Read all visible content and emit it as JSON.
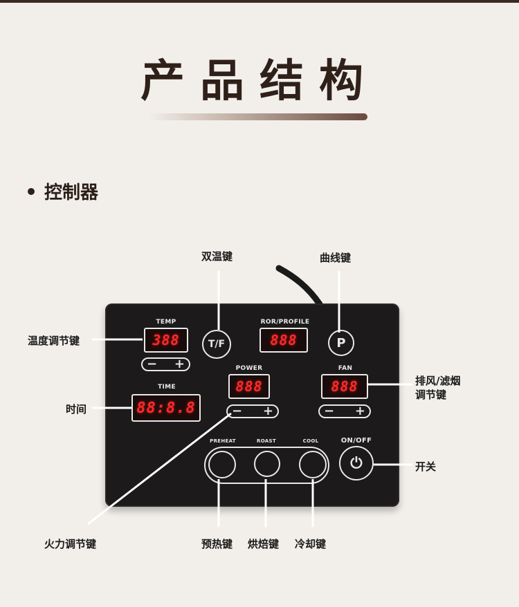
{
  "title": "产品结构",
  "section": "控制器",
  "panel": {
    "temp_label": "TEMP",
    "temp_display": "388",
    "tf_button": "T/F",
    "ror_label": "ROR/PROFILE",
    "ror_display": "888",
    "p_button": "P",
    "time_label": "TIME",
    "time_display": "88:8.8",
    "power_label": "POWER",
    "power_display": "888",
    "fan_label": "FAN",
    "fan_display": "888",
    "minus": "−",
    "plus": "+",
    "preheat_label": "PREHEAT",
    "roast_label": "ROAST",
    "cool_label": "COOL",
    "onoff_label": "ON/OFF",
    "power_icon": "⏻"
  },
  "callouts": {
    "dual_temp": "双温键",
    "curve": "曲线键",
    "temp_adjust": "温度调节键",
    "time": "时间",
    "fan_line1": "排风/滤烟",
    "fan_line2": "调节键",
    "switch": "开关",
    "fire_adjust": "火力调节键",
    "preheat": "预热键",
    "roast": "烘焙键",
    "cool": "冷却键"
  },
  "colors": {
    "background": "#f2efea",
    "panel": "#1c1a1a",
    "led": "#ff2a2a",
    "title": "#2f2019"
  },
  "icons": [
    "power-icon"
  ]
}
